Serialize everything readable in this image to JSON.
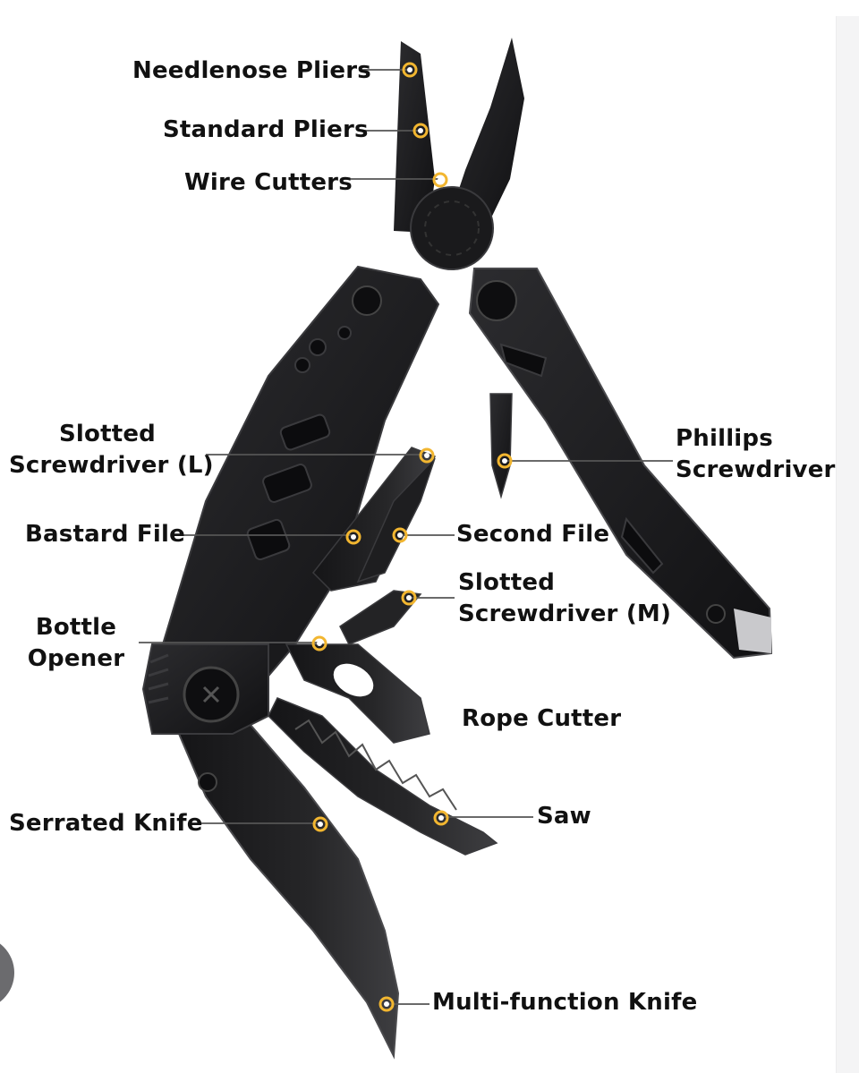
{
  "labels": {
    "needlenose_pliers": "Needlenose Pliers",
    "standard_pliers": "Standard Pliers",
    "wire_cutters": "Wire Cutters",
    "slotted_l_line1": "Slotted",
    "slotted_l_line2": "Screwdriver (L)",
    "phillips_line1": "Phillips",
    "phillips_line2": "Screwdriver",
    "bastard_file": "Bastard File",
    "second_file": "Second File",
    "slotted_m_line1": "Slotted",
    "slotted_m_line2": "Screwdriver (M)",
    "bottle_line1": "Bottle",
    "bottle_line2": "Opener",
    "rope_cutter": "Rope Cutter",
    "saw": "Saw",
    "serrated_knife": "Serrated Knife",
    "multi_knife": "Multi-function Knife"
  },
  "colors": {
    "marker": "#f2b630",
    "leader": "#555555",
    "tool_body": "#1c1c1e",
    "tool_edge": "#3a3a3d",
    "panel": "#f4f4f5"
  }
}
